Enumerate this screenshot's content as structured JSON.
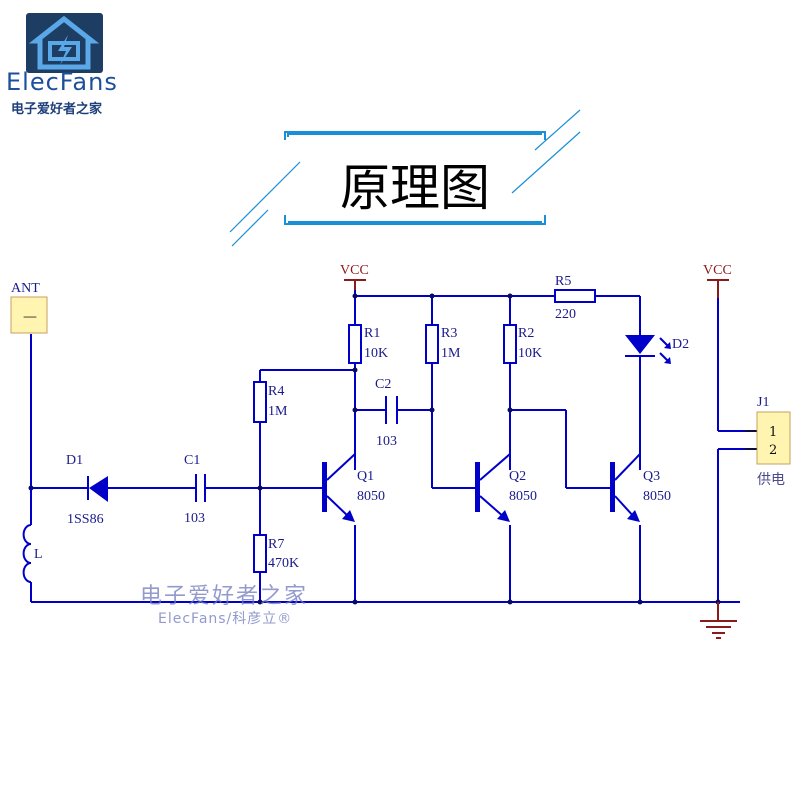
{
  "logo": {
    "name": "ElecFans",
    "subtitle": "电子爱好者之家"
  },
  "title": "原理图",
  "watermark": {
    "line1": "电子爱好者之家",
    "line2": "ElecFans/科彦立®"
  },
  "colors": {
    "wire": "#0000c8",
    "power": "#8b1a1a",
    "frame": "#1a8fd6",
    "connector_fill": "#fff5b0"
  },
  "schematic": {
    "antenna": {
      "ref": "ANT",
      "pin": "—"
    },
    "components": [
      {
        "ref": "D1",
        "value": "1SS86",
        "type": "diode"
      },
      {
        "ref": "C1",
        "value": "103",
        "type": "capacitor"
      },
      {
        "ref": "C2",
        "value": "103",
        "type": "capacitor"
      },
      {
        "ref": "R1",
        "value": "10K",
        "type": "resistor"
      },
      {
        "ref": "R2",
        "value": "10K",
        "type": "resistor"
      },
      {
        "ref": "R3",
        "value": "1M",
        "type": "resistor"
      },
      {
        "ref": "R4",
        "value": "1M",
        "type": "resistor"
      },
      {
        "ref": "R5",
        "value": "220",
        "type": "resistor"
      },
      {
        "ref": "R7",
        "value": "470K",
        "type": "resistor"
      },
      {
        "ref": "Q1",
        "value": "8050",
        "type": "npn"
      },
      {
        "ref": "Q2",
        "value": "8050",
        "type": "npn"
      },
      {
        "ref": "Q3",
        "value": "8050",
        "type": "npn"
      },
      {
        "ref": "D2",
        "value": "",
        "type": "led"
      },
      {
        "ref": "L",
        "value": "",
        "type": "inductor"
      }
    ],
    "power": {
      "vcc1": "VCC",
      "vcc2": "VCC"
    },
    "connector": {
      "ref": "J1",
      "pin1": "1",
      "pin2": "2",
      "label": "供电"
    }
  }
}
